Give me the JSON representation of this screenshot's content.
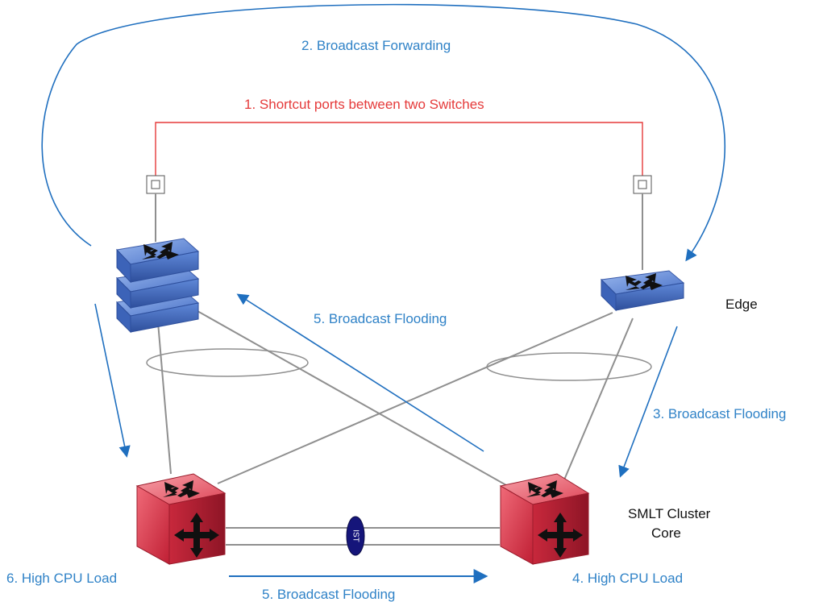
{
  "colors": {
    "annotation_blue": "#2f82c7",
    "annotation_red": "#e53a3a",
    "link_gray": "#8f8f8f",
    "edge_switch_blue": "#5a86d6",
    "core_switch_red": "#e03a4c",
    "ist_navy": "#15157a"
  },
  "labels": {
    "broadcast_forwarding": "2. Broadcast Forwarding",
    "shortcut_ports": "1. Shortcut ports between two Switches",
    "flooding_middle": "5. Broadcast Flooding",
    "edge": "Edge",
    "flooding_right": "3. Broadcast Flooding",
    "smlt_cluster": "SMLT Cluster",
    "core": "Core",
    "cpu_load_left": "6. High CPU Load",
    "cpu_load_right": "4. High CPU Load",
    "flooding_bottom": "5. Broadcast Flooding",
    "ist": "IST"
  },
  "nodes": {
    "edge_stack": "edge-switch-stack",
    "edge_single": "edge-switch-single",
    "core_left": "core-switch-left",
    "core_right": "core-switch-right"
  }
}
